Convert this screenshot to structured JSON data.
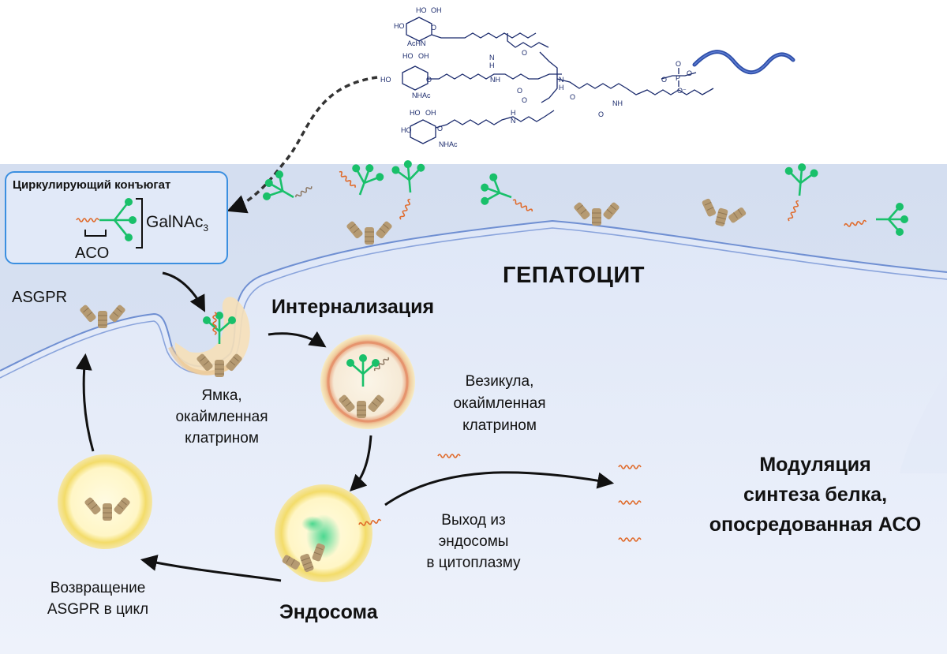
{
  "conjugate_box": {
    "title": "Циркулирующий конъюгат",
    "galnac_main": "GalNAc",
    "galnac_sub": "3",
    "aso_label": "ACO"
  },
  "labels": {
    "hepatocyte": "ГЕПАТОЦИТ",
    "asgpr": "ASGPR",
    "internalization": "Интернализация",
    "pit_line1": "Ямка,",
    "pit_line2": "окаймленная",
    "pit_line3": "клатрином",
    "vesicle_line1": "Везикула,",
    "vesicle_line2": "окаймленная",
    "vesicle_line3": "клатрином",
    "modulation_line1": "Модуляция",
    "modulation_line2": "синтеза белка,",
    "modulation_line3": "опосредованная АСО",
    "exit_line1": "Выход из",
    "exit_line2": "эндосомы",
    "exit_line3": "в цитоплазму",
    "return_line1": "Возвращение",
    "return_line2": "ASGPR в цикл",
    "endosome": "Эндосома"
  },
  "chem": {
    "ho": "HO",
    "oh": "OH",
    "achn": "AcHN",
    "nhac": "NHAc",
    "o": "O",
    "nh": "NH",
    "n": "N",
    "h": "H",
    "p": "P",
    "o_minus": "O⁻"
  },
  "colors": {
    "cell_body": "#dfe7f7",
    "membrane": "#6f8fd2",
    "galnac_green": "#19c06a",
    "aso_orange": "#e06a2a",
    "receptor_tan": "#b59a72",
    "vesicle_yellow": "#f3dc6a",
    "box_border": "#3b8fe0",
    "dna_blue": "#2f4fa8",
    "chem_navy": "#1a2a6c"
  }
}
